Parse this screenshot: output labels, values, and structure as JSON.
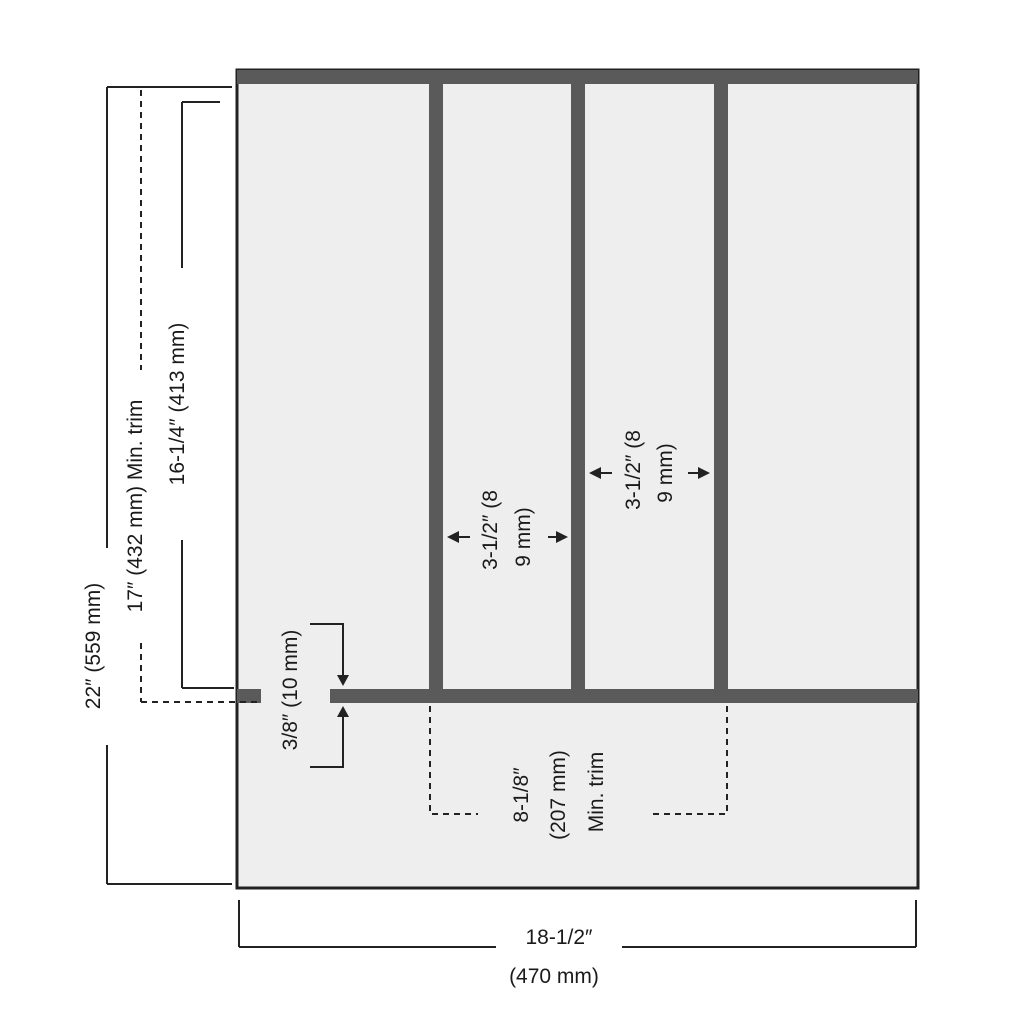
{
  "diagram": {
    "colors": {
      "panel_fill": "#eeeeee",
      "divider": "#5a5a5a",
      "outline": "#222222",
      "dim_line": "#222222"
    },
    "dimensions": {
      "overall_height": {
        "text": "22″ (559 mm)"
      },
      "trim_height": {
        "text": "17″ (432 mm) Min. trim"
      },
      "inner_height": {
        "text": "16-1/4″ (413 mm)"
      },
      "gap": {
        "text": "3/8″ (10 mm)"
      },
      "slot_1": {
        "line1": "3-1/2″ (8",
        "line2": "9 mm)"
      },
      "slot_2": {
        "line1": "3-1/2″ (8",
        "line2": "9 mm)"
      },
      "bottom_trim": {
        "line1": "8-1/8″",
        "line2": "(207 mm)",
        "line3": "Min. trim"
      },
      "overall_width": {
        "line1": "18-1/2″",
        "line2": "(470 mm)"
      }
    }
  }
}
